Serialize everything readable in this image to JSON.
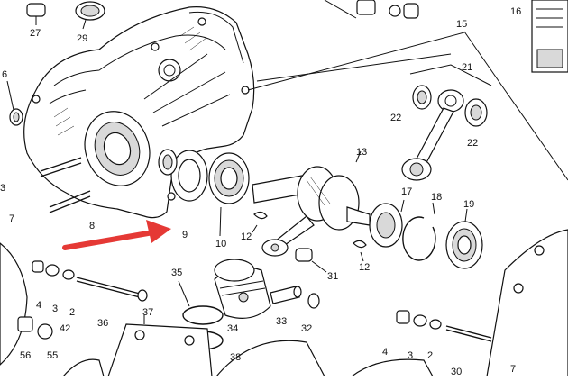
{
  "diagram": {
    "labels": [
      {
        "key": "l27",
        "text": "27"
      },
      {
        "key": "l29",
        "text": "29"
      },
      {
        "key": "l16",
        "text": "16"
      },
      {
        "key": "l15",
        "text": "15"
      },
      {
        "key": "l6",
        "text": "6"
      },
      {
        "key": "l21",
        "text": "21"
      },
      {
        "key": "l22a",
        "text": "22"
      },
      {
        "key": "l22b",
        "text": "22"
      },
      {
        "key": "l13",
        "text": "13"
      },
      {
        "key": "l3a",
        "text": "3"
      },
      {
        "key": "l7a",
        "text": "7"
      },
      {
        "key": "l8",
        "text": "8"
      },
      {
        "key": "l9",
        "text": "9"
      },
      {
        "key": "l10",
        "text": "10"
      },
      {
        "key": "l12a",
        "text": "12"
      },
      {
        "key": "l17",
        "text": "17"
      },
      {
        "key": "l18",
        "text": "18"
      },
      {
        "key": "l19",
        "text": "19"
      },
      {
        "key": "l12b",
        "text": "12"
      },
      {
        "key": "l31",
        "text": "31"
      },
      {
        "key": "l35",
        "text": "35"
      },
      {
        "key": "l4a",
        "text": "4"
      },
      {
        "key": "l3b",
        "text": "3"
      },
      {
        "key": "l2a",
        "text": "2"
      },
      {
        "key": "l36",
        "text": "36"
      },
      {
        "key": "l37",
        "text": "37"
      },
      {
        "key": "l42",
        "text": "42"
      },
      {
        "key": "l34",
        "text": "34"
      },
      {
        "key": "l33",
        "text": "33"
      },
      {
        "key": "l32",
        "text": "32"
      },
      {
        "key": "l56",
        "text": "56"
      },
      {
        "key": "l55",
        "text": "55"
      },
      {
        "key": "l38",
        "text": "38"
      },
      {
        "key": "l4b",
        "text": "4"
      },
      {
        "key": "l3c",
        "text": "3"
      },
      {
        "key": "l2b",
        "text": "2"
      },
      {
        "key": "l30",
        "text": "30"
      },
      {
        "key": "l7b",
        "text": "7"
      }
    ],
    "arrow_color": "#e53935"
  }
}
